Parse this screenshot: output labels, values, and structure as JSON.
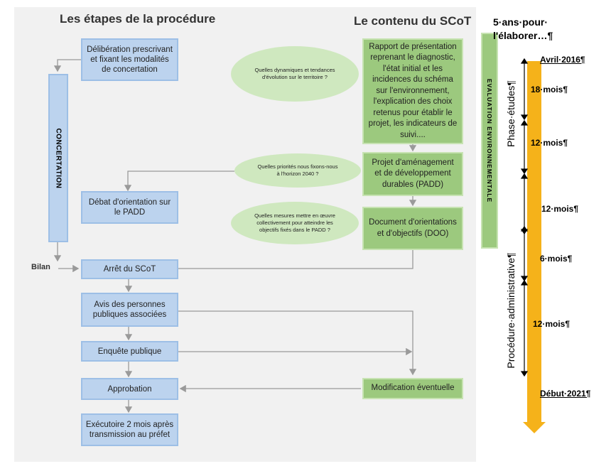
{
  "titles": {
    "procedure": "Les étapes de la procédure",
    "content": "Le contenu du SCoT"
  },
  "left_column": {
    "deliberation": "Délibération prescrivant et fixant les modalités de concertation",
    "concertation": "CONCERTATION",
    "debat": "Débat d'orientation sur le PADD",
    "bilan": "Bilan",
    "arret": "Arrêt du SCoT",
    "avis": "Avis des personnes publiques associées",
    "enquete": "Enquête publique",
    "approbation": "Approbation",
    "executoire": "Exécutoire 2 mois après transmission au préfet"
  },
  "content_column": {
    "rapport": "Rapport de présentation reprenant le diagnostic, l'état initial et les incidences du schéma sur l'environnement, l'explication des choix retenus pour établir le projet, les indicateurs de suivi....",
    "padd": "Projet d'aménagement et de développement durables (PADD)",
    "doo": "Document d'orientations et d'objectifs (DOO)",
    "modification": "Modification éventuelle",
    "evaluation": "EVALUATION ENVIRONNEMENTALE"
  },
  "questions": {
    "q1": "Quelles dynamiques et tendances d'évolution sur le territoire ?",
    "q2": "Quelles priorités nous fixons-nous à l'horizon 2040 ?",
    "q3": "Quelles mesures mettre en œuvre collectivement pour atteindre les objectifs fixés dans le PADD ?"
  },
  "timeline": {
    "header": "5·ans·pour· l'élaborer…¶",
    "start": "Avril·2016¶",
    "end": "Début·2021¶",
    "phase_etudes": "Phase·études¶",
    "procedure_admin": "Procédure·administrative¶",
    "durations": [
      "18·mois¶",
      "12·mois¶",
      "12·mois¶",
      "6·mois¶",
      "12·mois¶"
    ],
    "bar_color": "#f5b21a"
  },
  "colors": {
    "blue_box": "#bcd3ee",
    "green_box": "#9cc97e",
    "bubble": "#cfe8bf",
    "arrow": "#9a9a9a"
  }
}
